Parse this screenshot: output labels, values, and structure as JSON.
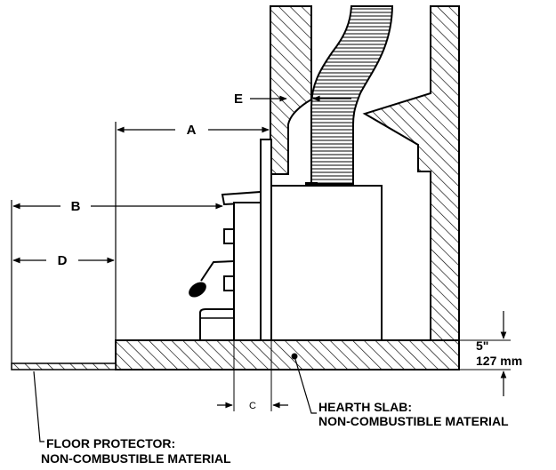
{
  "labels": {
    "A": "A",
    "B": "B",
    "C": "C",
    "D": "D",
    "E": "E",
    "hearth_height_in": "5\"",
    "hearth_height_mm": "127 mm",
    "hearth_slab_line1": "HEARTH SLAB:",
    "hearth_slab_line2": "NON-COMBUSTIBLE MATERIAL",
    "floor_protector_line1": "FLOOR PROTECTOR:",
    "floor_protector_line2": "NON-COMBUSTIBLE MATERIAL"
  }
}
